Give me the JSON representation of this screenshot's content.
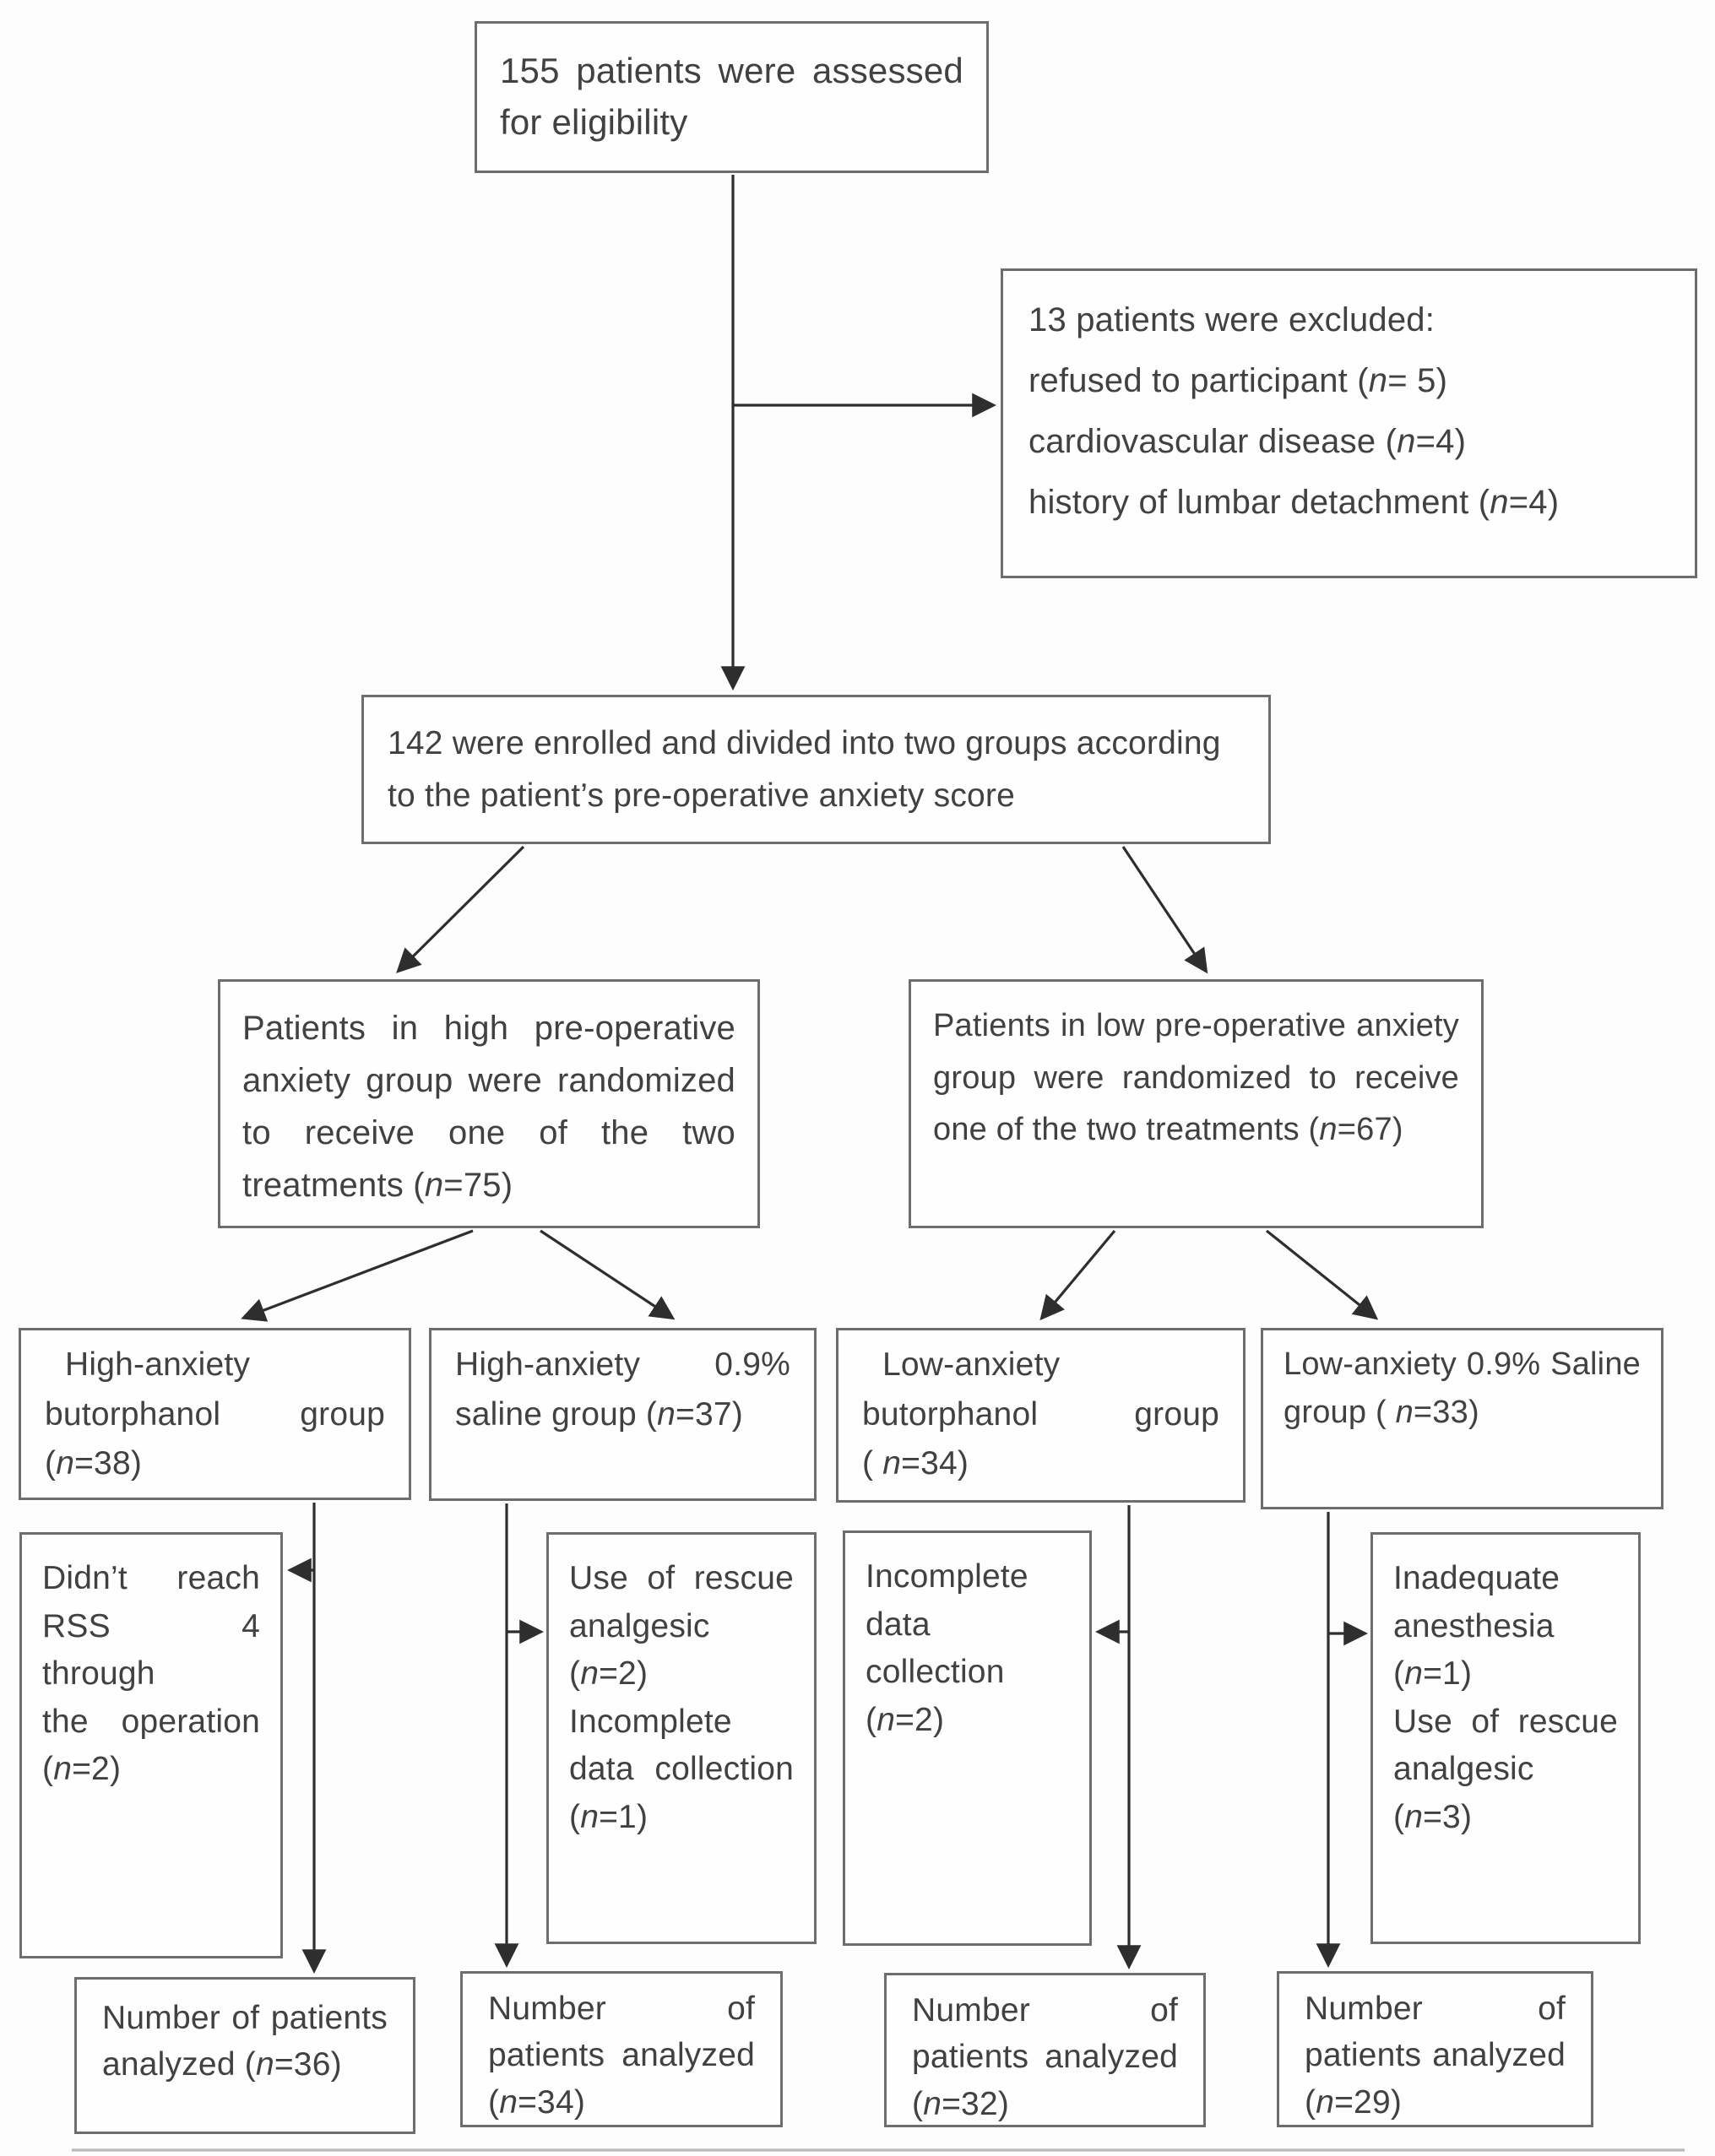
{
  "figure": {
    "type": "consort-patient-flow-diagram",
    "description": "Randomized trial patient flow: assessment, exclusion, anxiety-based grouping, treatment randomization, dropouts and analysis counts"
  },
  "colors": {
    "box_border": "#6d6d6d",
    "text": "#414141",
    "connector": "#2e2e2e",
    "background": "#fdfdfd"
  },
  "nodes": {
    "assessed": {
      "lines": [
        "155 patients were assessed",
        "for eligibility"
      ]
    },
    "excluded": {
      "lines": [
        "13 patients were excluded:",
        "refused to participant (n= 5)",
        "cardiovascular disease (n=4)",
        "history of lumbar detachment (n=4)"
      ]
    },
    "enrolled": {
      "lines": [
        "142 were enrolled and divided into two groups according",
        "to the patient’s pre-operative anxiety score"
      ]
    },
    "branch_high": {
      "lines": [
        "Patients in high pre-operative",
        "anxiety group were randomized",
        "to receive one of the two",
        "treatments (n=75)"
      ]
    },
    "branch_low": {
      "lines": [
        "Patients in low pre-operative anxiety",
        "group were randomized to receive",
        "one of the two treatments (n=67)"
      ]
    },
    "group_high_butorphanol": {
      "lines": [
        "High-anxiety",
        "butorphanol group",
        "(n=38)"
      ]
    },
    "group_high_saline": {
      "lines": [
        "High-anxiety 0.9%",
        "saline group (n=37)"
      ]
    },
    "group_low_butorphanol": {
      "lines": [
        "Low-anxiety",
        "butorphanol group",
        "( n=34)"
      ]
    },
    "group_low_saline": {
      "lines": [
        "Low-anxiety 0.9% Saline",
        "group ( n=33)"
      ]
    },
    "dropout_high_butorphanol": {
      "lines": [
        "Didn’t reach",
        "RSS 4 through",
        "the operation",
        "(n=2)"
      ]
    },
    "dropout_high_saline": {
      "lines": [
        "Use of rescue",
        "analgesic",
        "(n=2)",
        "Incomplete",
        "data collection",
        "(n=1)"
      ]
    },
    "dropout_low_butorphanol": {
      "lines": [
        "Incomplete",
        "data",
        "collection",
        "(n=2)"
      ]
    },
    "dropout_low_saline": {
      "lines": [
        "Inadequate",
        "anesthesia",
        "(n=1)",
        "Use of rescue",
        "analgesic",
        "(n=3)"
      ]
    },
    "analyzed_high_butorphanol": {
      "lines": [
        "Number of patients",
        "analyzed (n=36)"
      ]
    },
    "analyzed_high_saline": {
      "lines": [
        "Number of",
        "patients analyzed",
        "(n=34)"
      ]
    },
    "analyzed_low_butorphanol": {
      "lines": [
        "Number of",
        "patients analyzed",
        "(n=32)"
      ]
    },
    "analyzed_low_saline": {
      "lines": [
        "Number of",
        "patients analyzed",
        "(n=29)"
      ]
    }
  }
}
